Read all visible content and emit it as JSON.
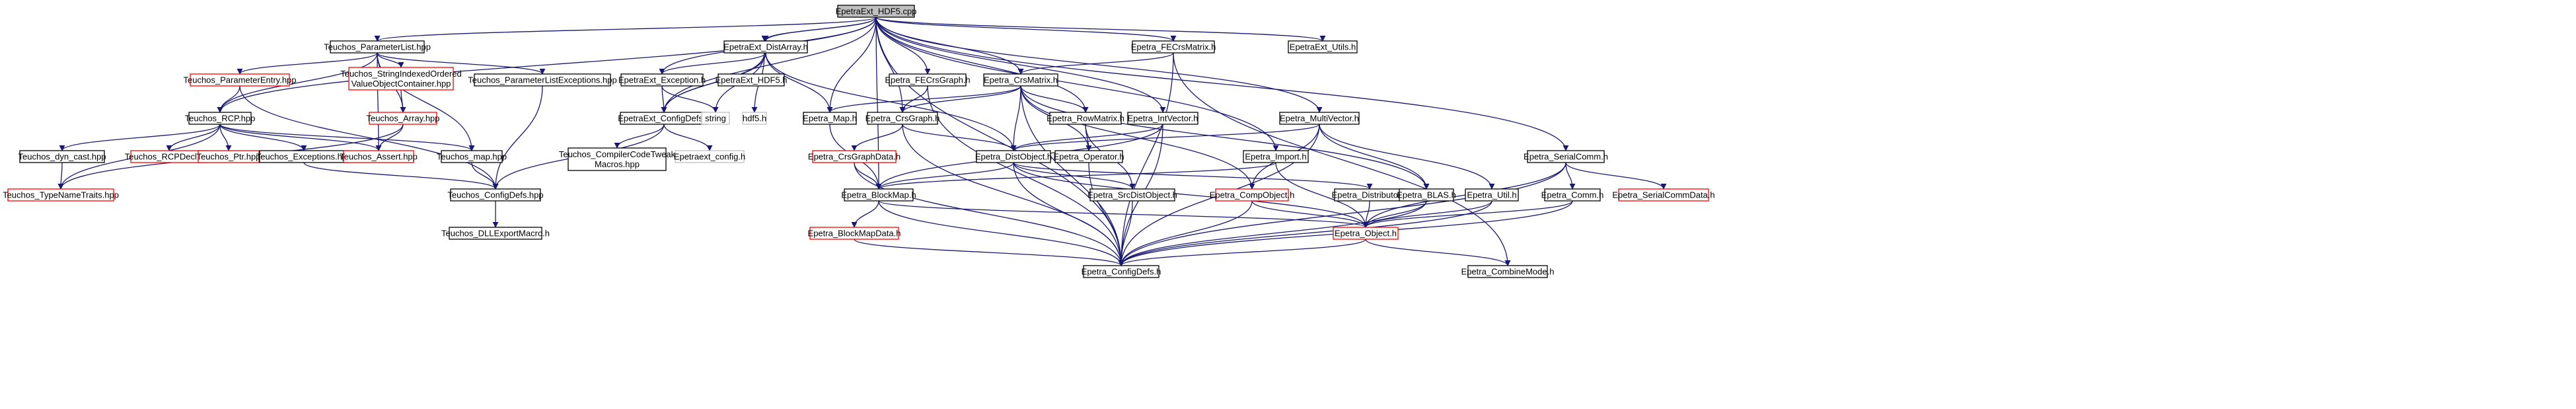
{
  "nodes": [
    {
      "id": "root",
      "label": [
        "EpetraExt_HDF5.cpp"
      ],
      "style": "root"
    },
    {
      "id": "tpl",
      "label": [
        "Teuchos_ParameterList.hpp"
      ],
      "style": "normal"
    },
    {
      "id": "ehdf5",
      "label": [
        "EpetraExt_HDF5.h"
      ],
      "style": "normal"
    },
    {
      "id": "eda",
      "label": [
        "EpetraExt_DistArray.h"
      ],
      "style": "normal"
    },
    {
      "id": "fecrsm",
      "label": [
        "Epetra_FECrsMatrix.h"
      ],
      "style": "normal"
    },
    {
      "id": "eutils",
      "label": [
        "EpetraExt_Utils.h"
      ],
      "style": "normal"
    },
    {
      "id": "tpe",
      "label": [
        "Teuchos_ParameterEntry.hpp"
      ],
      "style": "red"
    },
    {
      "id": "tsiovo",
      "label": [
        "Teuchos_StringIndexedOrdered",
        "ValueObjectContainer.hpp"
      ],
      "style": "red"
    },
    {
      "id": "tple",
      "label": [
        "Teuchos_ParameterListExceptions.hpp"
      ],
      "style": "normal"
    },
    {
      "id": "eexc",
      "label": [
        "EpetraExt_Exception.h"
      ],
      "style": "normal"
    },
    {
      "id": "ehdf5h",
      "label": [
        "EpetraExt_HDF5.h"
      ],
      "style": "normal"
    },
    {
      "id": "fecrsg",
      "label": [
        "Epetra_FECrsGraph.h"
      ],
      "style": "normal"
    },
    {
      "id": "crsm",
      "label": [
        "Epetra_CrsMatrix.h"
      ],
      "style": "normal"
    },
    {
      "id": "tarr",
      "label": [
        "Teuchos_Array.hpp"
      ],
      "style": "red"
    },
    {
      "id": "trcp",
      "label": [
        "Teuchos_RCP.hpp"
      ],
      "style": "normal"
    },
    {
      "id": "ecfg",
      "label": [
        "EpetraExt_ConfigDefs.h"
      ],
      "style": "normal"
    },
    {
      "id": "string",
      "label": [
        "string"
      ],
      "style": "grey"
    },
    {
      "id": "hdf5",
      "label": [
        "hdf5.h"
      ],
      "style": "grey"
    },
    {
      "id": "emap",
      "label": [
        "Epetra_Map.h"
      ],
      "style": "normal"
    },
    {
      "id": "crsg",
      "label": [
        "Epetra_CrsGraph.h"
      ],
      "style": "normal"
    },
    {
      "id": "rowm",
      "label": [
        "Epetra_RowMatrix.h"
      ],
      "style": "normal"
    },
    {
      "id": "intv",
      "label": [
        "Epetra_IntVector.h"
      ],
      "style": "normal"
    },
    {
      "id": "mv",
      "label": [
        "Epetra_MultiVector.h"
      ],
      "style": "normal"
    },
    {
      "id": "tdync",
      "label": [
        "Teuchos_dyn_cast.hpp"
      ],
      "style": "normal"
    },
    {
      "id": "trcpd",
      "label": [
        "Teuchos_RCPDecl.hpp"
      ],
      "style": "red"
    },
    {
      "id": "tptr",
      "label": [
        "Teuchos_Ptr.hpp"
      ],
      "style": "red"
    },
    {
      "id": "texc",
      "label": [
        "Teuchos_Exceptions.hpp"
      ],
      "style": "normal"
    },
    {
      "id": "tassert",
      "label": [
        "Teuchos_Assert.hpp"
      ],
      "style": "red"
    },
    {
      "id": "tmap",
      "label": [
        "Teuchos_map.hpp"
      ],
      "style": "normal"
    },
    {
      "id": "tccm",
      "label": [
        "Teuchos_CompilerCodeTweak",
        "Macros.hpp"
      ],
      "style": "normal"
    },
    {
      "id": "econf",
      "label": [
        "Epetraext_config.h"
      ],
      "style": "grey"
    },
    {
      "id": "dobj",
      "label": [
        "Epetra_DistObject.h"
      ],
      "style": "normal"
    },
    {
      "id": "eop",
      "label": [
        "Epetra_Operator.h"
      ],
      "style": "normal"
    },
    {
      "id": "imp",
      "label": [
        "Epetra_Import.h"
      ],
      "style": "normal"
    },
    {
      "id": "scomm",
      "label": [
        "Epetra_SerialComm.h"
      ],
      "style": "normal"
    },
    {
      "id": "ttnt",
      "label": [
        "Teuchos_TypeNameTraits.hpp"
      ],
      "style": "red"
    },
    {
      "id": "tcfg",
      "label": [
        "Teuchos_ConfigDefs.hpp"
      ],
      "style": "normal"
    },
    {
      "id": "crsgd",
      "label": [
        "Epetra_CrsGraphData.h"
      ],
      "style": "red"
    },
    {
      "id": "bmap",
      "label": [
        "Epetra_BlockMap.h"
      ],
      "style": "normal"
    },
    {
      "id": "sdo",
      "label": [
        "Epetra_SrcDistObject.h"
      ],
      "style": "normal"
    },
    {
      "id": "cobj",
      "label": [
        "Epetra_CompObject.h"
      ],
      "style": "red"
    },
    {
      "id": "dist",
      "label": [
        "Epetra_Distributor.h"
      ],
      "style": "normal"
    },
    {
      "id": "blas",
      "label": [
        "Epetra_BLAS.h"
      ],
      "style": "normal"
    },
    {
      "id": "util",
      "label": [
        "Epetra_Util.h"
      ],
      "style": "normal"
    },
    {
      "id": "comm",
      "label": [
        "Epetra_Comm.h"
      ],
      "style": "normal"
    },
    {
      "id": "scd",
      "label": [
        "Epetra_SerialCommData.h"
      ],
      "style": "red"
    },
    {
      "id": "tdll",
      "label": [
        "Teuchos_DLLExportMacro.h"
      ],
      "style": "normal"
    },
    {
      "id": "bmapd",
      "label": [
        "Epetra_BlockMapData.h"
      ],
      "style": "red"
    },
    {
      "id": "eobj",
      "label": [
        "Epetra_Object.h"
      ],
      "style": "red"
    },
    {
      "id": "cfg",
      "label": [
        "Epetra_ConfigDefs.h"
      ],
      "style": "normal"
    },
    {
      "id": "cmode",
      "label": [
        "Epetra_CombineMode.h"
      ],
      "style": "normal"
    }
  ],
  "edges": [
    [
      "root",
      "tpl"
    ],
    [
      "root",
      "eda"
    ],
    [
      "root",
      "ehdf5"
    ],
    [
      "root",
      "fecrsm"
    ],
    [
      "root",
      "eutils"
    ],
    [
      "root",
      "eexc"
    ],
    [
      "root",
      "fecrsg"
    ],
    [
      "root",
      "crsm"
    ],
    [
      "root",
      "ecfg"
    ],
    [
      "root",
      "emap"
    ],
    [
      "root",
      "crsg"
    ],
    [
      "root",
      "intv"
    ],
    [
      "root",
      "mv"
    ],
    [
      "root",
      "imp"
    ],
    [
      "root",
      "scomm"
    ],
    [
      "root",
      "bmap"
    ],
    [
      "root",
      "trcp"
    ],
    [
      "root",
      "rowm"
    ],
    [
      "root",
      "cfg"
    ],
    [
      "tpl",
      "tpe"
    ],
    [
      "tpl",
      "tsiovo"
    ],
    [
      "tpl",
      "tple"
    ],
    [
      "tpl",
      "trcp"
    ],
    [
      "tpl",
      "tarr"
    ],
    [
      "tpl",
      "tassert"
    ],
    [
      "tpl",
      "tmap"
    ],
    [
      "tpe",
      "trcp"
    ],
    [
      "tpe",
      "tcfg"
    ],
    [
      "tsiovo",
      "tarr"
    ],
    [
      "tple",
      "tcfg"
    ],
    [
      "tarr",
      "tassert"
    ],
    [
      "tarr",
      "ttnt"
    ],
    [
      "trcp",
      "trcpd"
    ],
    [
      "trcp",
      "tptr"
    ],
    [
      "trcp",
      "texc"
    ],
    [
      "trcp",
      "tdync"
    ],
    [
      "trcp",
      "tassert"
    ],
    [
      "trcp",
      "tmap"
    ],
    [
      "trcp",
      "ttnt"
    ],
    [
      "tdync",
      "ttnt"
    ],
    [
      "texc",
      "tcfg"
    ],
    [
      "tmap",
      "tcfg"
    ],
    [
      "tcfg",
      "tdll"
    ],
    [
      "eda",
      "eexc"
    ],
    [
      "eda",
      "emap"
    ],
    [
      "eda",
      "dobj"
    ],
    [
      "eda",
      "ecfg"
    ],
    [
      "ehdf5",
      "ecfg"
    ],
    [
      "ehdf5",
      "string"
    ],
    [
      "ehdf5",
      "hdf5"
    ],
    [
      "eexc",
      "ecfg"
    ],
    [
      "eexc",
      "string"
    ],
    [
      "ecfg",
      "tccm"
    ],
    [
      "ecfg",
      "econf"
    ],
    [
      "ecfg",
      "tcfg"
    ],
    [
      "fecrsm",
      "crsm"
    ],
    [
      "fecrsm",
      "cfg"
    ],
    [
      "fecrsm",
      "cmode"
    ],
    [
      "fecrsg",
      "crsg"
    ],
    [
      "fecrsg",
      "cfg"
    ],
    [
      "crsm",
      "emap"
    ],
    [
      "crsm",
      "crsg"
    ],
    [
      "crsm",
      "rowm"
    ],
    [
      "crsm",
      "eop"
    ],
    [
      "crsm",
      "dobj"
    ],
    [
      "crsm",
      "cobj"
    ],
    [
      "crsm",
      "blas"
    ],
    [
      "crsm",
      "cfg"
    ],
    [
      "emap",
      "bmap"
    ],
    [
      "crsg",
      "crsgd"
    ],
    [
      "crsg",
      "dobj"
    ],
    [
      "crsg",
      "cfg"
    ],
    [
      "crsgd",
      "bmap"
    ],
    [
      "crsgd",
      "cfg"
    ],
    [
      "rowm",
      "eop"
    ],
    [
      "rowm",
      "sdo"
    ],
    [
      "intv",
      "dobj"
    ],
    [
      "intv",
      "bmap"
    ],
    [
      "intv",
      "cfg"
    ],
    [
      "mv",
      "dobj"
    ],
    [
      "mv",
      "cobj"
    ],
    [
      "mv",
      "blas"
    ],
    [
      "mv",
      "util"
    ],
    [
      "mv",
      "cfg"
    ],
    [
      "dobj",
      "bmap"
    ],
    [
      "dobj",
      "sdo"
    ],
    [
      "dobj",
      "eobj"
    ],
    [
      "dobj",
      "cfg"
    ],
    [
      "dobj",
      "dist"
    ],
    [
      "eop",
      "cfg"
    ],
    [
      "imp",
      "bmap"
    ],
    [
      "imp",
      "eobj"
    ],
    [
      "bmap",
      "bmapd"
    ],
    [
      "bmap",
      "eobj"
    ],
    [
      "bmap",
      "cfg"
    ],
    [
      "bmapd",
      "cfg"
    ],
    [
      "sdo",
      "cfg"
    ],
    [
      "cobj",
      "eobj"
    ],
    [
      "cobj",
      "cfg"
    ],
    [
      "dist",
      "eobj"
    ],
    [
      "blas",
      "eobj"
    ],
    [
      "blas",
      "cfg"
    ],
    [
      "util",
      "eobj"
    ],
    [
      "util",
      "cfg"
    ],
    [
      "scomm",
      "comm"
    ],
    [
      "scomm",
      "scd"
    ],
    [
      "scomm",
      "eobj"
    ],
    [
      "scomm",
      "cfg"
    ],
    [
      "comm",
      "eobj"
    ],
    [
      "comm",
      "cfg"
    ],
    [
      "eobj",
      "cfg"
    ],
    [
      "eobj",
      "cmode"
    ]
  ]
}
